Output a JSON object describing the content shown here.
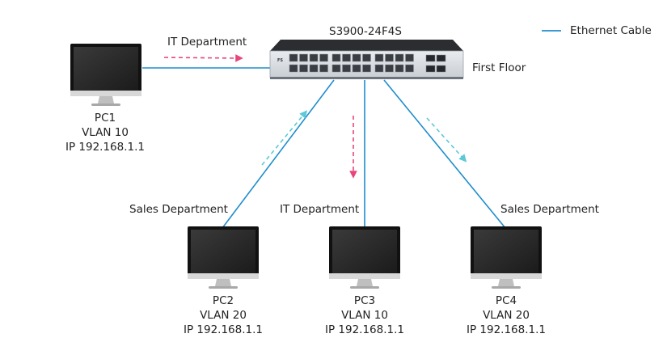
{
  "switch": {
    "model": "S3900-24F4S",
    "location": "First Floor",
    "brand": "FS"
  },
  "legend": {
    "label": "Ethernet Cable",
    "color": "#1f8dcc"
  },
  "colors": {
    "cable": "#1f8dcc",
    "it_flow": "#e8457a",
    "sales_flow": "#5cc8d8"
  },
  "flows": {
    "pc1_label": "IT Department",
    "pc2_label": "Sales Department",
    "pc3_label": "IT Department",
    "pc4_label": "Sales Department"
  },
  "pcs": [
    {
      "name": "PC1",
      "vlan": "VLAN 10",
      "ip": "IP 192.168.1.1"
    },
    {
      "name": "PC2",
      "vlan": "VLAN 20",
      "ip": "IP 192.168.1.1"
    },
    {
      "name": "PC3",
      "vlan": "VLAN 10",
      "ip": "IP 192.168.1.1"
    },
    {
      "name": "PC4",
      "vlan": "VLAN 20",
      "ip": "IP 192.168.1.1"
    }
  ]
}
